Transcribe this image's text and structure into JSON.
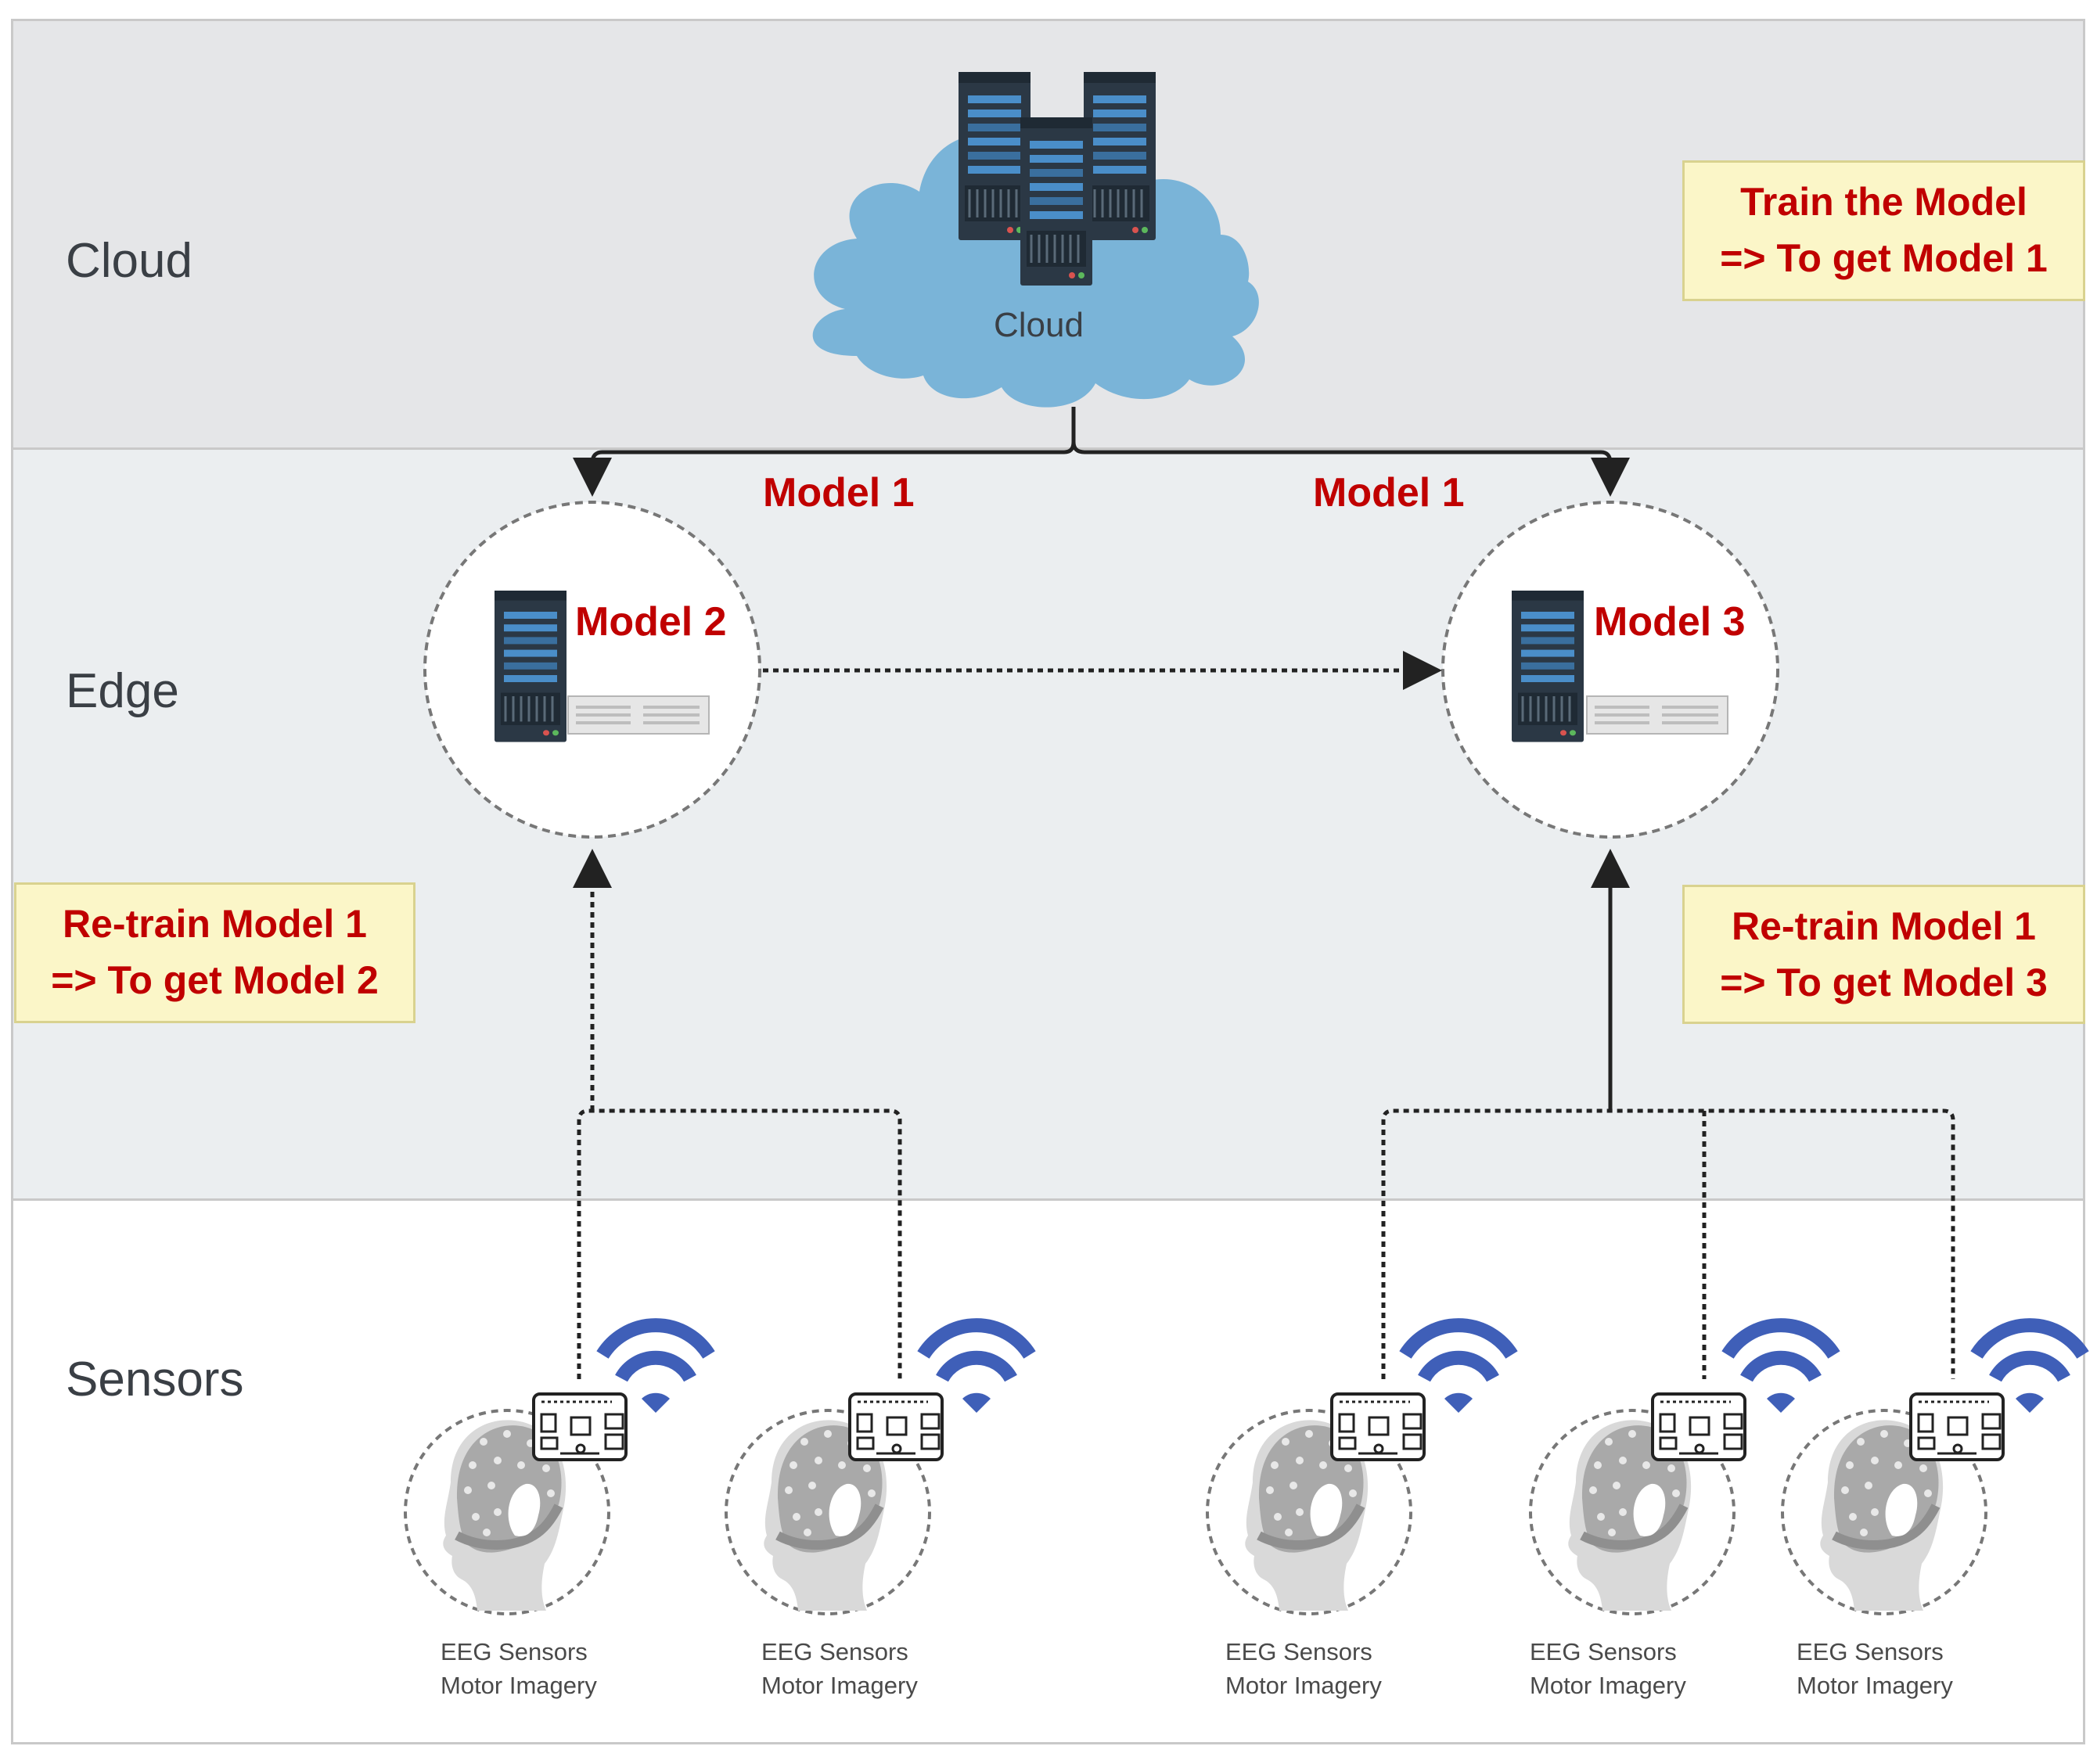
{
  "tiers": {
    "cloud": "Cloud",
    "edge": "Edge",
    "sensors": "Sensors"
  },
  "cloud_node": {
    "label": "Cloud"
  },
  "notes": {
    "train": {
      "line1": "Train the Model",
      "line2": "=> To get Model 1"
    },
    "retrain_left": {
      "line1": "Re-train Model 1",
      "line2": "=> To get Model 2"
    },
    "retrain_right": {
      "line1": "Re-train Model 1",
      "line2": "=> To get Model 3"
    }
  },
  "edge_links": {
    "left": "Model 1",
    "right": "Model 1"
  },
  "edge_nodes": [
    {
      "model": "Model 2"
    },
    {
      "model": "Model 3"
    }
  ],
  "sensors": [
    {
      "line1": "EEG Sensors",
      "line2": "Motor Imagery"
    },
    {
      "line1": "EEG Sensors",
      "line2": "Motor Imagery"
    },
    {
      "line1": "EEG Sensors",
      "line2": "Motor Imagery"
    },
    {
      "line1": "EEG Sensors",
      "line2": "Motor Imagery"
    },
    {
      "line1": "EEG Sensors",
      "line2": "Motor Imagery"
    }
  ],
  "colors": {
    "accent_red": "#c00000",
    "note_fill": "#fbf6c8",
    "cloud_blue": "#7ab4d8",
    "server_dark": "#2b3845",
    "wifi_blue": "#3f5fb8"
  }
}
